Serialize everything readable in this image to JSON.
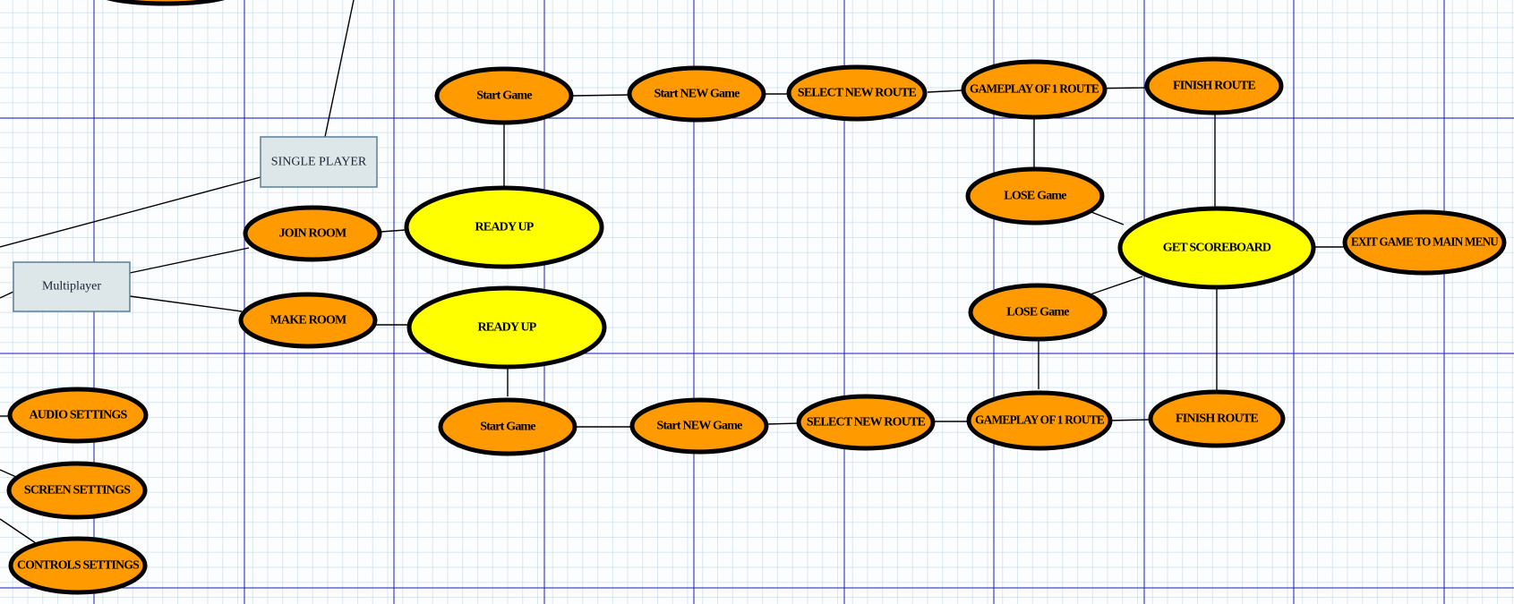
{
  "colors": {
    "orange": "#ff9a00",
    "yellow": "#ffff00",
    "outline": "#000000",
    "box_fill": "#dde7ea",
    "box_stroke": "#5c7f96",
    "guide": "#1a1ab4"
  },
  "nodes": {
    "single_player": "SINGLE PLAYER",
    "multiplayer": "Multiplayer",
    "join_room": "JOIN ROOM",
    "make_room": "MAKE ROOM",
    "ready_up_top": "READY UP",
    "ready_up_bottom": "READY UP",
    "start_game_top": "Start Game",
    "start_game_bottom": "Start Game",
    "start_new_game_top": "Start NEW Game",
    "start_new_game_bottom": "Start NEW Game",
    "select_route_top": "SELECT NEW ROUTE",
    "select_route_bottom": "SELECT NEW ROUTE",
    "gameplay_top": "GAMEPLAY OF 1 ROUTE",
    "gameplay_bottom": "GAMEPLAY OF 1 ROUTE",
    "finish_route_top": "FINISH ROUTE",
    "finish_route_bottom": "FINISH ROUTE",
    "lose_game_top": "LOSE Game",
    "lose_game_bottom": "LOSE Game",
    "scoreboard": "GET SCOREBOARD",
    "exit_game": "EXIT GAME TO MAIN MENU",
    "audio_settings": "AUDIO SETTINGS",
    "screen_settings": "SCREEN SETTINGS",
    "controls_settings": "CONTROLS SETTINGS"
  }
}
